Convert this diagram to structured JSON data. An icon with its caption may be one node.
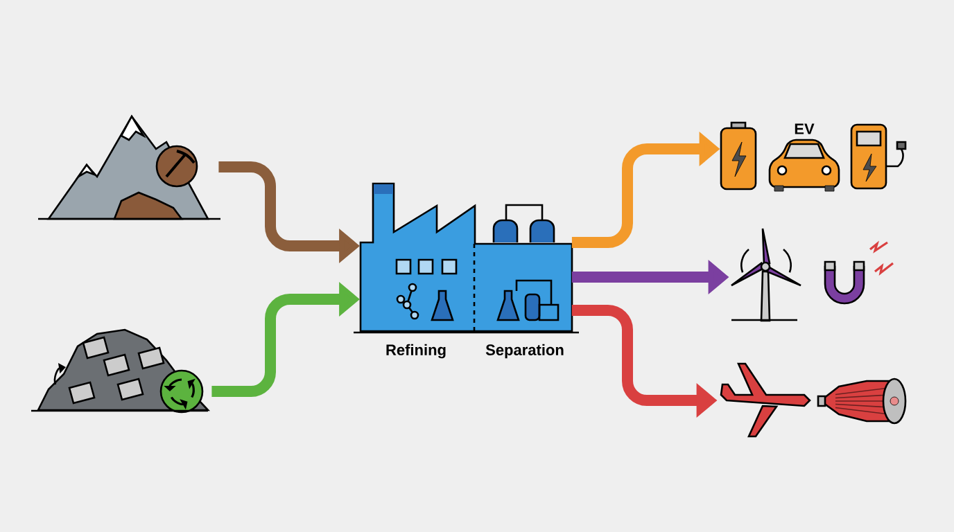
{
  "diagram": {
    "nodes": [
      {
        "text": [],
        "shape": "picture"
      },
      {
        "text": [],
        "shape": "picture"
      },
      {
        "text": [
          "Refining",
          "Separation"
        ]
      },
      {
        "text": [],
        "shape": "picture"
      },
      {
        "text": [
          "EV"
        ]
      },
      {
        "text": [],
        "shape": "picture"
      },
      {
        "text": [],
        "shape": "picture"
      },
      {
        "text": [],
        "shape": "picture"
      },
      {
        "text": [],
        "shape": "picture"
      },
      {
        "text": [],
        "shape": "picture"
      }
    ],
    "edges": [
      {
        "from": 0,
        "to": 2,
        "arrow": "to",
        "color": "#8b5e3c"
      },
      {
        "from": 1,
        "to": 2,
        "arrow": "to",
        "color": "#5cb33f"
      },
      {
        "from": 2,
        "to": 3,
        "arrow": "to",
        "color": "#f39a2b"
      },
      {
        "from": 2,
        "to": 6,
        "arrow": "to",
        "color": "#7b3fa0"
      },
      {
        "from": 2,
        "to": 8,
        "arrow": "to",
        "color": "#d94040"
      }
    ]
  }
}
